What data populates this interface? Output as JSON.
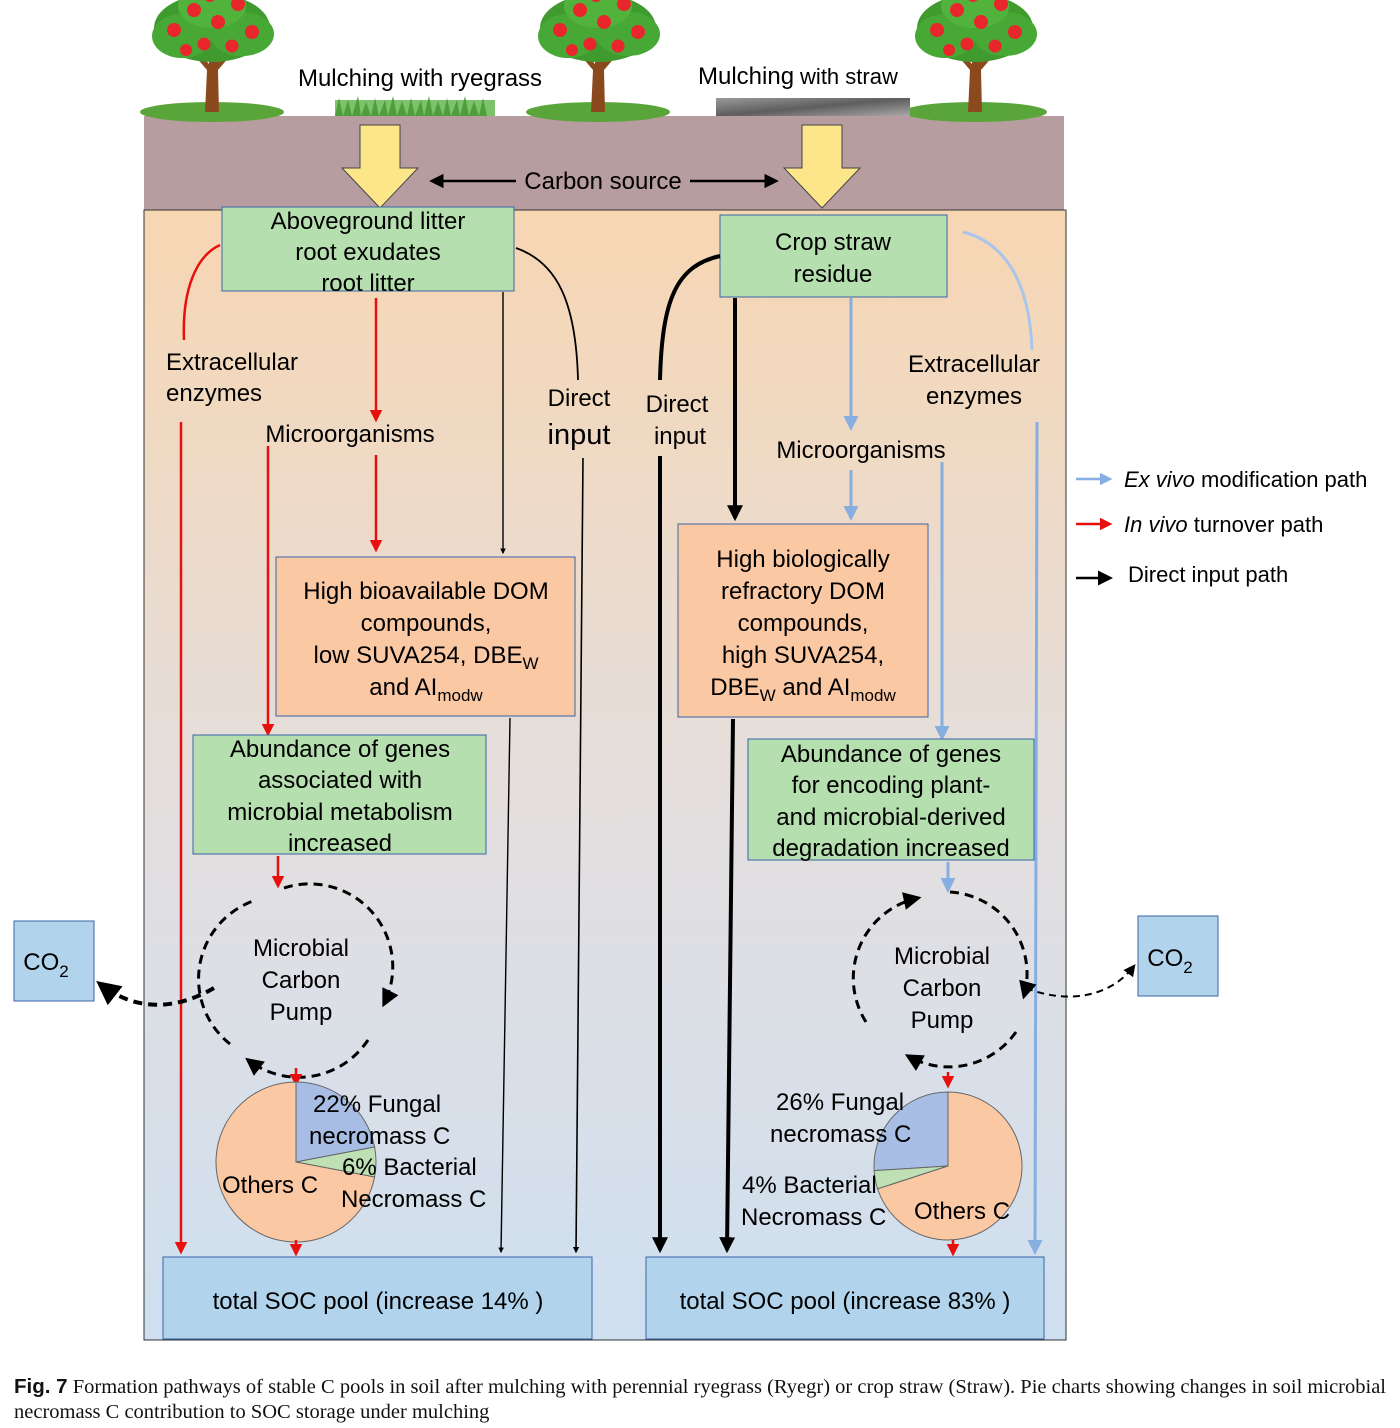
{
  "top": {
    "ryegrass_label": "Mulching with ryegrass",
    "straw_label_a": "Mulching",
    "straw_label_b": "with straw",
    "carbon_source": "Carbon source"
  },
  "left": {
    "source_box": [
      "Aboveground litter",
      "root exudates",
      "root litter"
    ],
    "enzymes": [
      "Extracellular",
      "enzymes"
    ],
    "microorganisms": "Microorganisms",
    "direct": [
      "Direct",
      "input"
    ],
    "dom_box": {
      "line1": "High bioavailable DOM",
      "line2": "compounds,",
      "line3": "low SUVA254, DBE",
      "line3_sub": "W",
      "line4": "and AI",
      "line4_sub": "modw"
    },
    "genes_box": [
      "Abundance of genes",
      "associated with",
      "microbial metabolism",
      "increased"
    ],
    "pump": [
      "Microbial",
      "Carbon",
      "Pump"
    ],
    "soc": "total SOC pool (increase 14% )"
  },
  "right": {
    "source_box": [
      "Crop straw",
      "residue"
    ],
    "enzymes": [
      "Extracellular",
      "enzymes"
    ],
    "microorganisms": "Microorganisms",
    "direct": [
      "Direct",
      "input"
    ],
    "dom_box": {
      "line1": "High biologically",
      "line2": "refractory DOM",
      "line3": "compounds,",
      "line4": "high SUVA254,",
      "line5a": "DBE",
      "line5a_sub": "W",
      "line5b": " and AI",
      "line5b_sub": "modw"
    },
    "genes_box": [
      "Abundance of genes",
      "for encoding plant-",
      "and microbial-derived",
      "degradation increased"
    ],
    "pump": [
      "Microbial",
      "Carbon",
      "Pump"
    ],
    "soc": "total SOC pool (increase 83% )"
  },
  "co2": {
    "main": "CO",
    "sub": "2"
  },
  "pies": {
    "left": {
      "slices": [
        {
          "name": "Fungal necromass C",
          "value": 22,
          "color": "#a7bde3"
        },
        {
          "name": "Bacterial Necromass C",
          "value": 6,
          "color": "#bfe0b4"
        },
        {
          "name": "Others C",
          "value": 72,
          "color": "#fbc8a4"
        }
      ],
      "labels": {
        "fungal_a": "22%  Fungal",
        "fungal_b": "necromass C",
        "bacterial_a": "6%  Bacterial",
        "bacterial_b": "Necromass C",
        "others": "Others C"
      }
    },
    "right": {
      "slices": [
        {
          "name": "Fungal necromass C",
          "value": 26,
          "color": "#a7bde3"
        },
        {
          "name": "Bacterial Necromass C",
          "value": 4,
          "color": "#bfe0b4"
        },
        {
          "name": "Others C",
          "value": 70,
          "color": "#fbc8a4"
        }
      ],
      "labels": {
        "fungal_a": "26% Fungal",
        "fungal_b": "necromass C",
        "bacterial_a": "4%  Bacterial",
        "bacterial_b": "Necromass C",
        "others": "Others C"
      }
    }
  },
  "legend": [
    {
      "italic": "Ex vivo",
      "rest": " modification path",
      "color": "#86aee0"
    },
    {
      "italic": "In vivo",
      "rest": " turnover path",
      "color": "#e8100e"
    },
    {
      "italic": "",
      "rest": "Direct input path",
      "color": "#000000"
    }
  ],
  "caption": {
    "fig": "Fig. 7",
    "text": "Formation pathways of stable C pools in soil after mulching with perennial ryegrass (Ryegr) or crop straw (Straw). Pie charts showing changes in soil microbial necromass C contribution to SOC storage under mulching"
  },
  "colors": {
    "in_vivo_red": "#e8100e",
    "ex_vivo_blue": "#86aee0",
    "direct_black": "#000000",
    "green_box": "#b6dfb0",
    "orange_box": "#fbc8a4",
    "blue_box": "#b1d4ec",
    "soil_top": "#b79da0",
    "arrow_yellow": "#fde68a"
  }
}
